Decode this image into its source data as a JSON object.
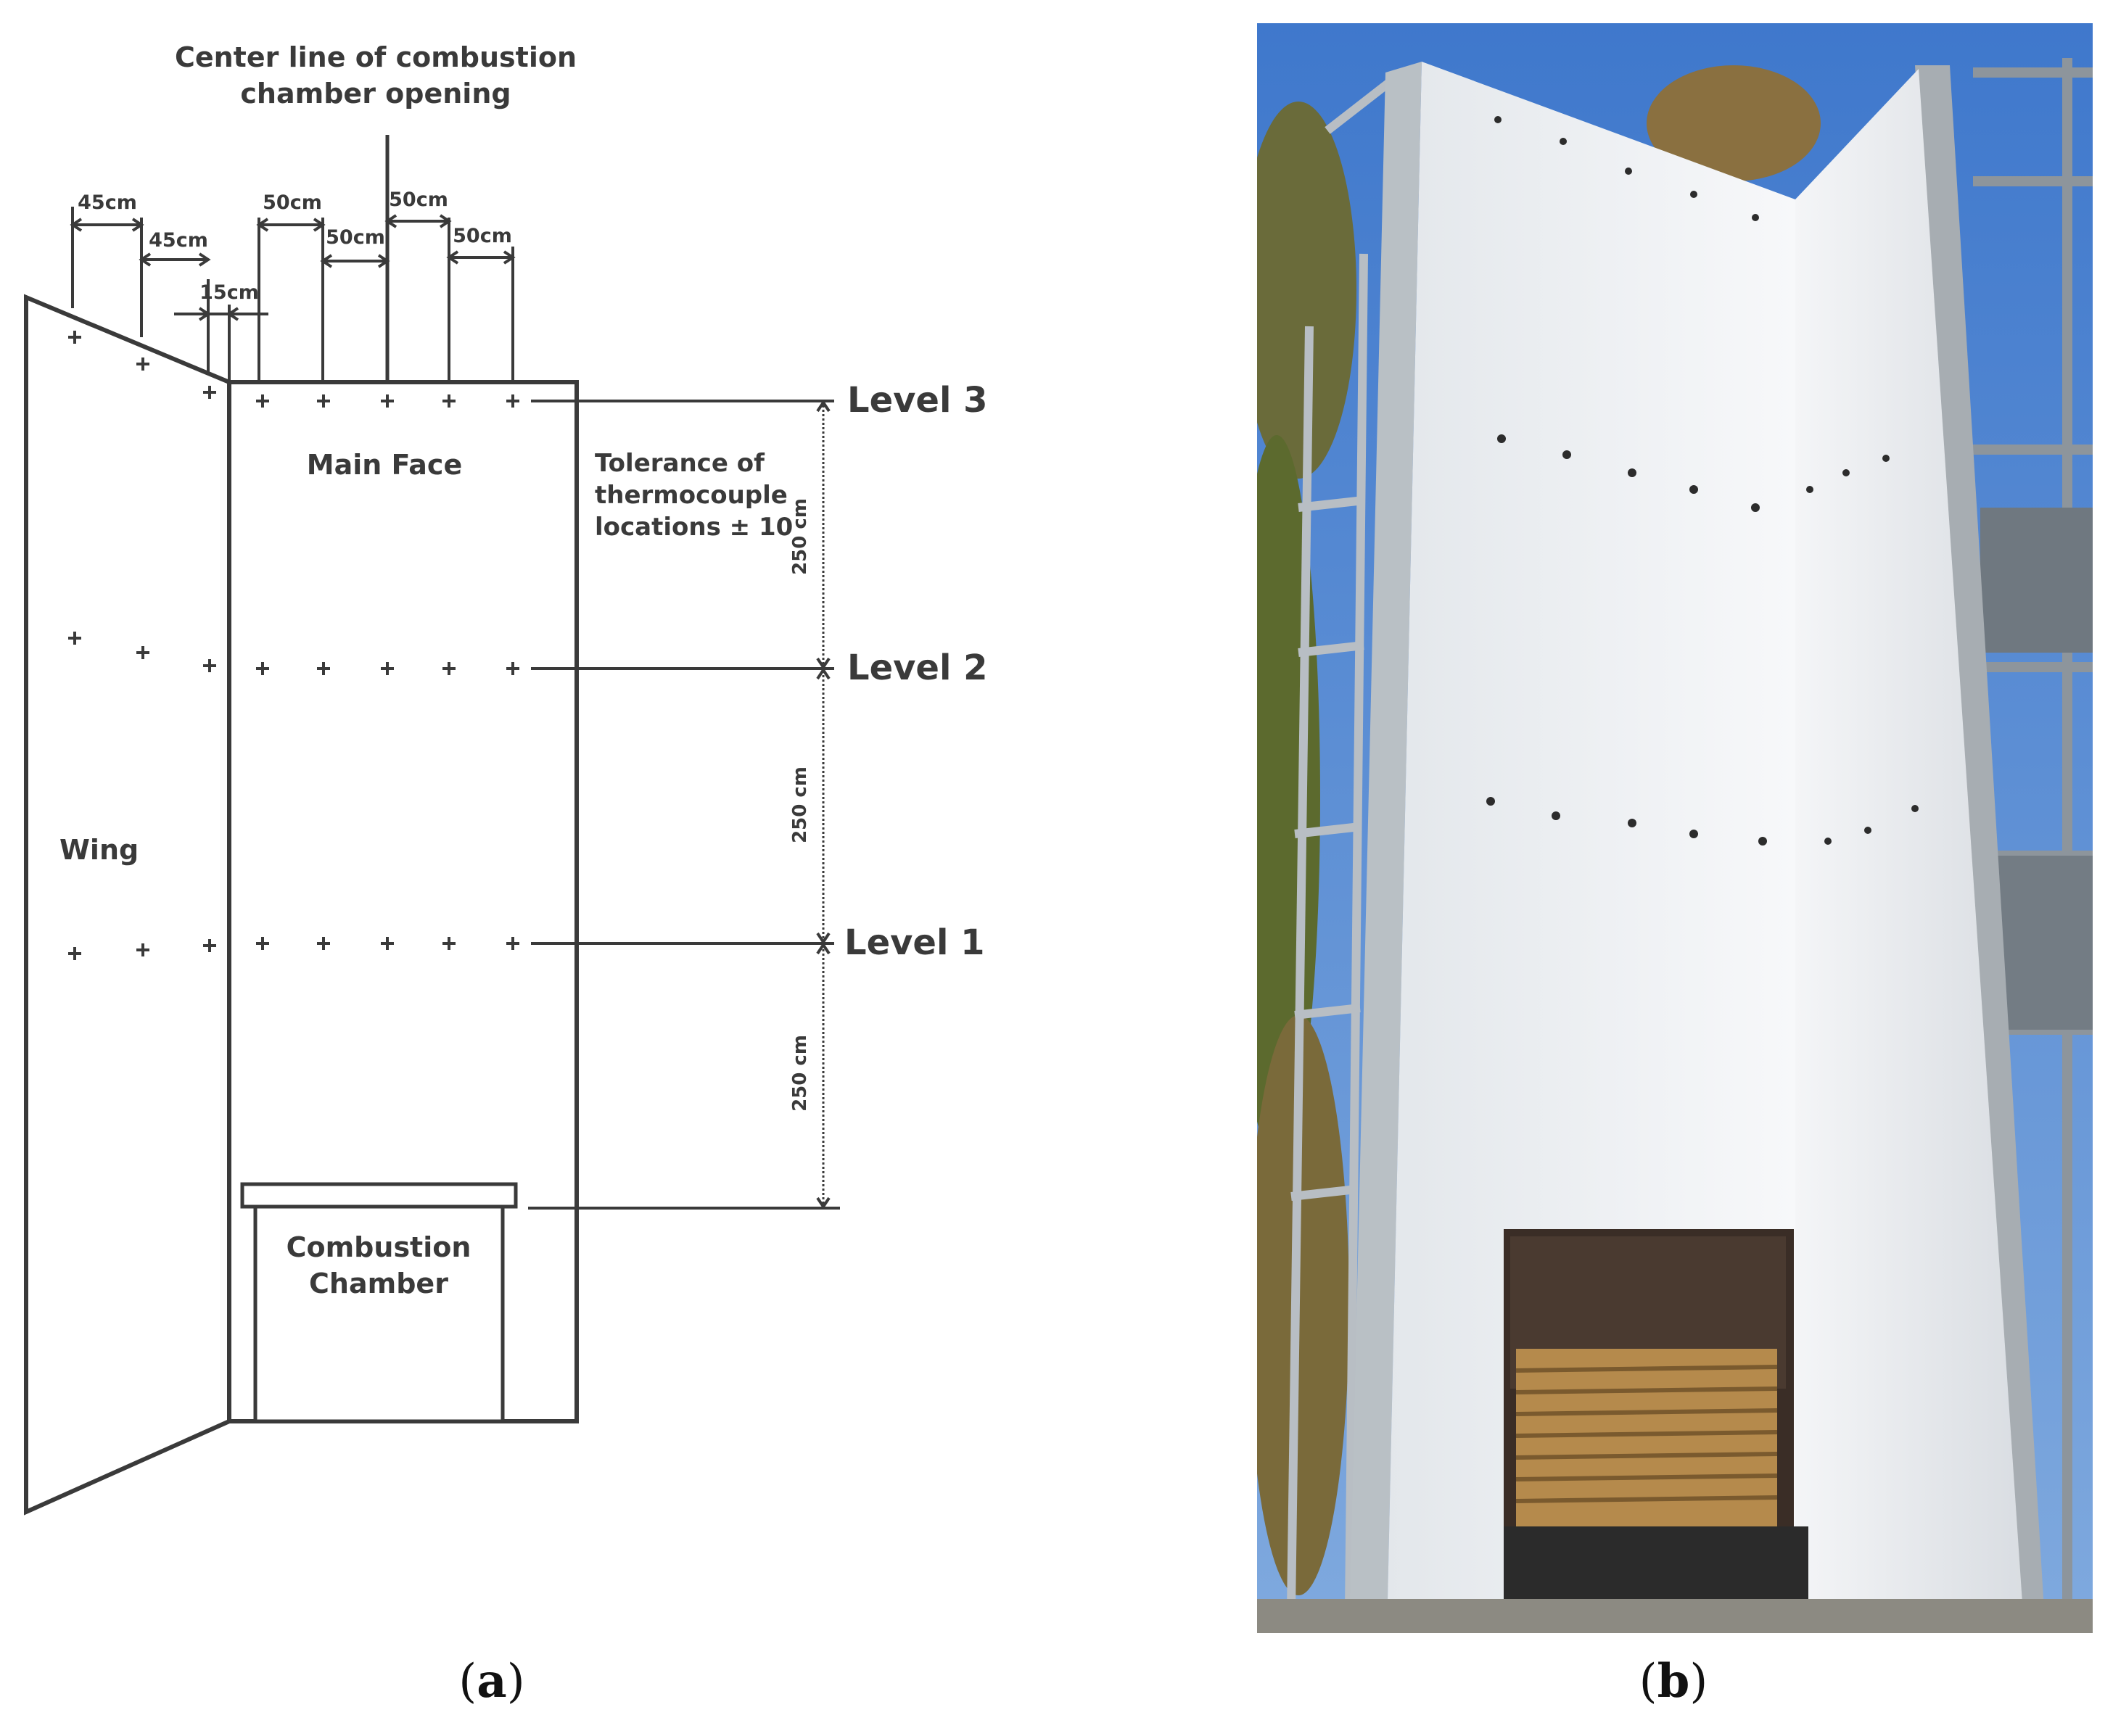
{
  "panel_a": {
    "caption_open": "(",
    "caption_letter": "a",
    "caption_close": ")",
    "center_line_1": "Center line of combustion",
    "center_line_2": "chamber opening",
    "dims": {
      "d45a": "45cm",
      "d45b": "45cm",
      "d15": "15cm",
      "d50a": "50cm",
      "d50b": "50cm",
      "d50c": "50cm",
      "d50d": "50cm"
    },
    "main_face": "Main Face",
    "wing": "Wing",
    "tolerance_1": "Tolerance of",
    "tolerance_2": "thermocouple",
    "tolerance_3": "locations ± 10",
    "levels": {
      "l3": "Level 3",
      "l2": "Level 2",
      "l1": "Level 1"
    },
    "spacing": {
      "s3": "250 cm",
      "s2": "250 cm",
      "s1": "250 cm"
    },
    "chamber_1": "Combustion",
    "chamber_2": "Chamber"
  },
  "panel_b": {
    "caption_open": "(",
    "caption_letter": "b",
    "caption_close": ")",
    "photo_description": "photo-of-facade-test-rig"
  },
  "colors": {
    "line": "#3a3a3a",
    "text": "#3a3a3a",
    "sky": "#4d85d1",
    "panel_white": "#f2f4f6",
    "steel": "#9aa1a8",
    "wood": "#c79a5a"
  }
}
